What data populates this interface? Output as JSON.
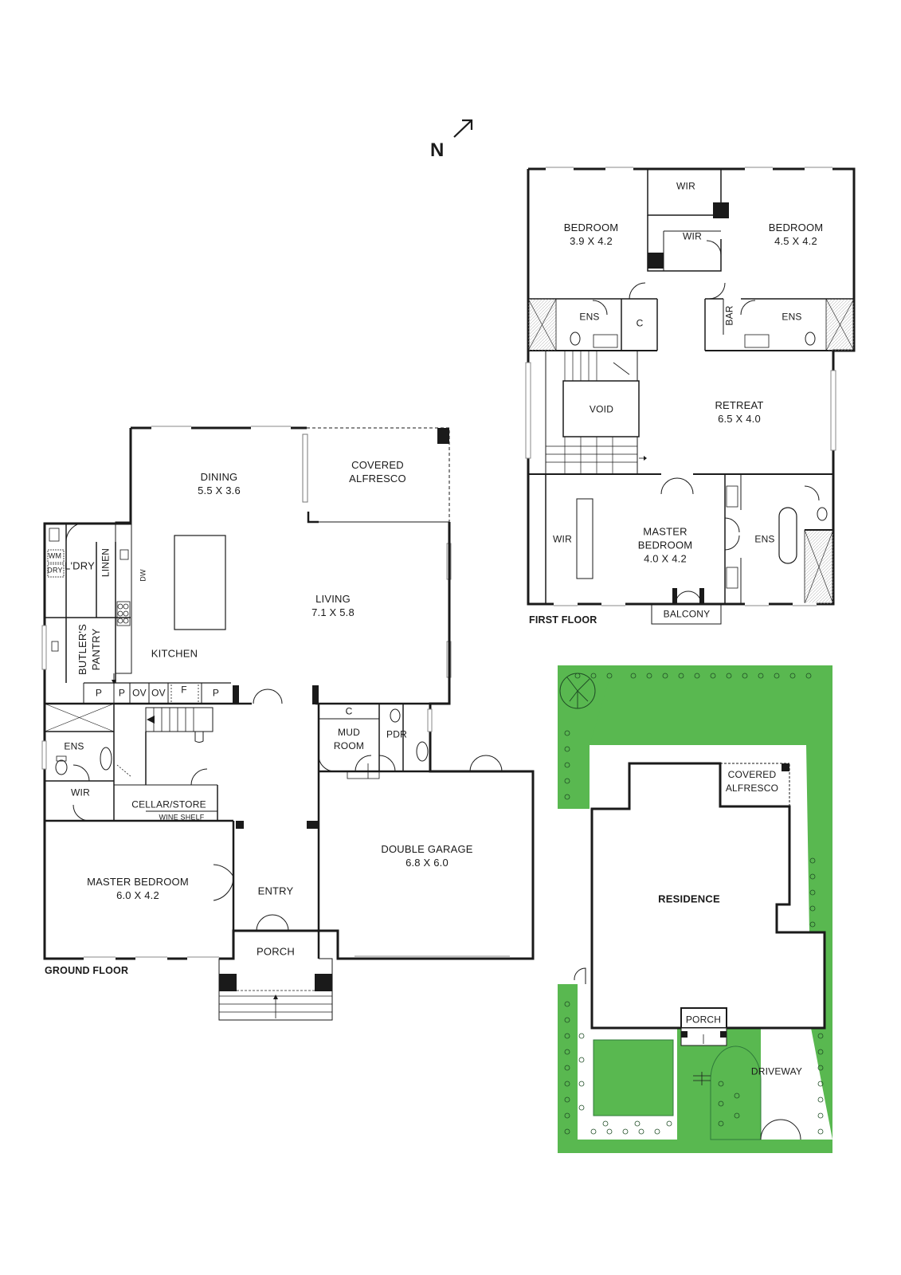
{
  "compass": {
    "letter": "N",
    "icon": "north-arrow-icon"
  },
  "colors": {
    "wall": "#1a1a1a",
    "lawn": "#59b850",
    "hedge": "#2f7a3a",
    "window": "#9a9a9a",
    "paper": "#ffffff"
  },
  "ground_floor": {
    "title": "GROUND FLOOR",
    "rooms": {
      "dining": {
        "name": "DINING",
        "dim": "5.5 X 3.6"
      },
      "covered_alfresco": {
        "name1": "COVERED",
        "name2": "ALFRESCO"
      },
      "laundry": {
        "name": "L'DRY"
      },
      "linen": {
        "name": "LINEN"
      },
      "wm": {
        "name": "WM"
      },
      "dry": {
        "name": "DRY"
      },
      "dw": {
        "name": "DW"
      },
      "living": {
        "name": "LIVING",
        "dim": "7.1 X 5.8"
      },
      "butlers_pantry": {
        "name1": "BUTLER'S",
        "name2": "PANTRY"
      },
      "kitchen": {
        "name": "KITCHEN"
      },
      "p1": {
        "name": "P"
      },
      "p2": {
        "name": "P"
      },
      "ov1": {
        "name": "OV"
      },
      "ov2": {
        "name": "OV"
      },
      "f": {
        "name": "F"
      },
      "p3": {
        "name": "P"
      },
      "cupboard": {
        "name": "C"
      },
      "mud_room": {
        "name1": "MUD",
        "name2": "ROOM"
      },
      "pdr": {
        "name": "PDR"
      },
      "ens": {
        "name": "ENS"
      },
      "wir": {
        "name": "WIR"
      },
      "cellar": {
        "name": "CELLAR/STORE"
      },
      "wine_shelf": {
        "name": "WINE SHELF"
      },
      "double_garage": {
        "name": "DOUBLE GARAGE",
        "dim": "6.8 X 6.0"
      },
      "master_bedroom": {
        "name": "MASTER BEDROOM",
        "dim": "6.0 X 4.2"
      },
      "entry": {
        "name": "ENTRY"
      },
      "porch": {
        "name": "PORCH"
      }
    }
  },
  "first_floor": {
    "title": "FIRST FLOOR",
    "rooms": {
      "wir_top": {
        "name": "WIR"
      },
      "bedroom_left": {
        "name": "BEDROOM",
        "dim": "3.9 X 4.2"
      },
      "wir_mid": {
        "name": "WIR"
      },
      "bedroom_right": {
        "name": "BEDROOM",
        "dim": "4.5 X 4.2"
      },
      "ens_left": {
        "name": "ENS"
      },
      "cupboard": {
        "name": "C"
      },
      "bar": {
        "name": "BAR"
      },
      "ens_right": {
        "name": "ENS"
      },
      "void": {
        "name": "VOID"
      },
      "retreat": {
        "name": "RETREAT",
        "dim": "6.5 X 4.0"
      },
      "wir_master": {
        "name": "WIR"
      },
      "master_bedroom": {
        "name1": "MASTER",
        "name2": "BEDROOM",
        "dim": "4.0 X 4.2"
      },
      "ens_master": {
        "name": "ENS"
      },
      "balcony": {
        "name": "BALCONY"
      }
    }
  },
  "site_plan": {
    "covered_alfresco": {
      "name1": "COVERED",
      "name2": "ALFRESCO"
    },
    "residence": {
      "name": "RESIDENCE"
    },
    "porch": {
      "name": "PORCH"
    },
    "driveway": {
      "name": "DRIVEWAY"
    }
  }
}
